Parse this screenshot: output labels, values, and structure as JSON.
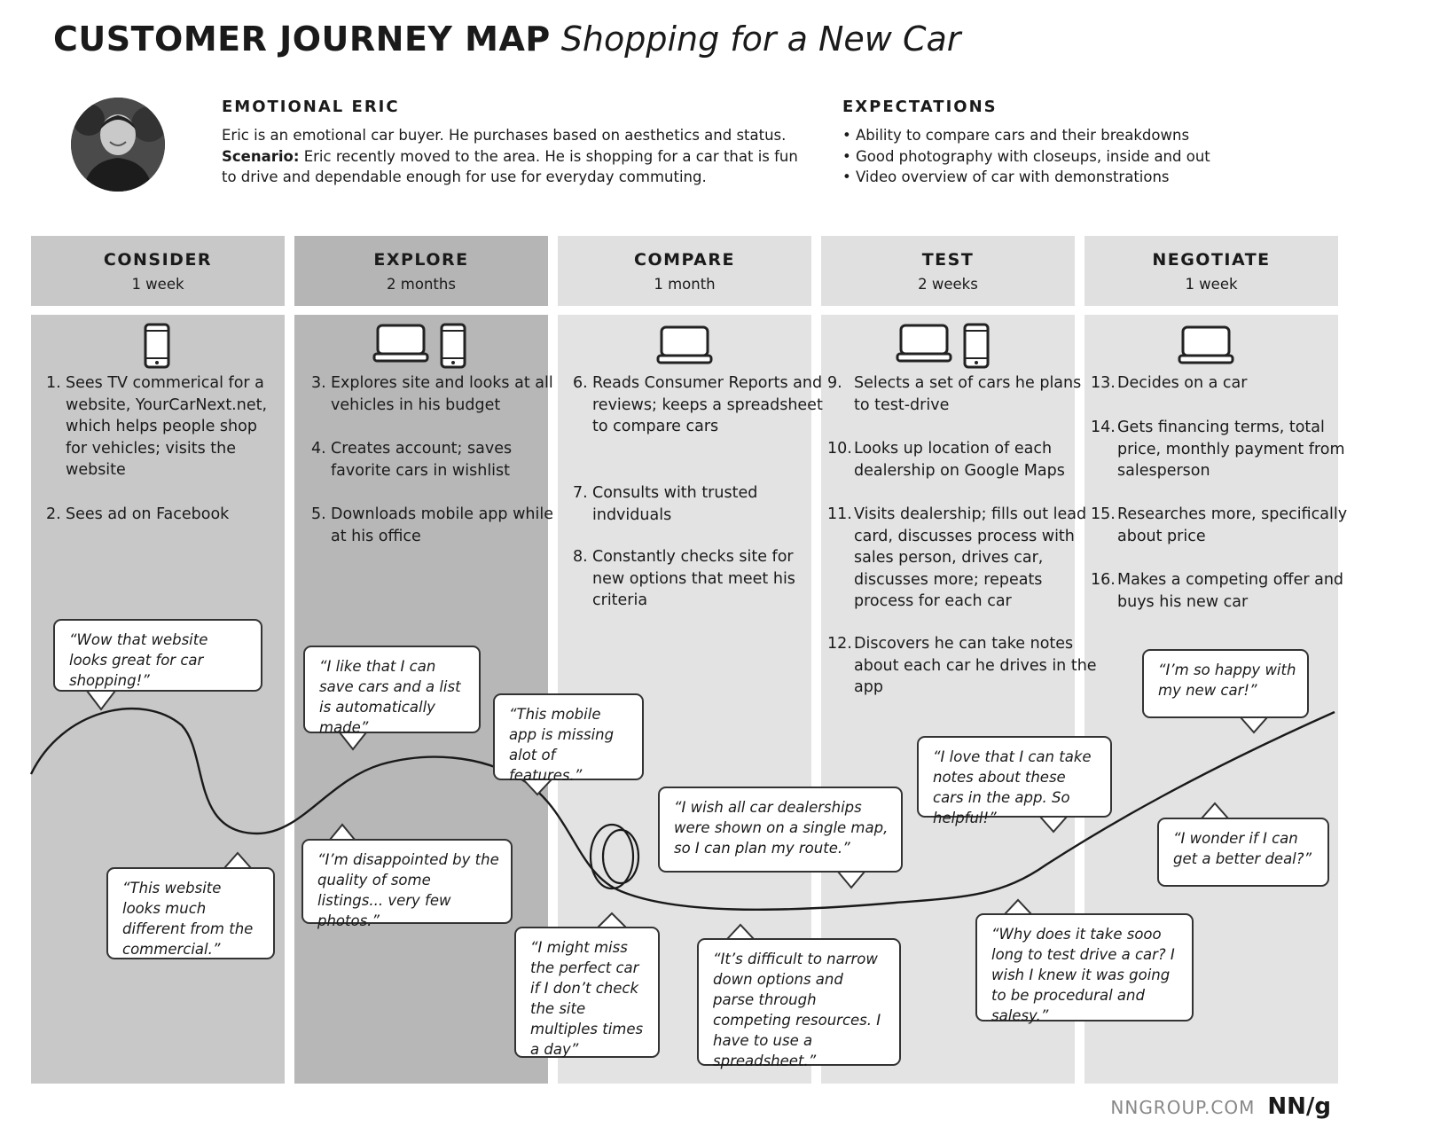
{
  "title": {
    "main": "CUSTOMER JOURNEY MAP",
    "sub": "Shopping for a New Car"
  },
  "persona": {
    "name": "EMOTIONAL ERIC",
    "description": "Eric is an emotional car buyer. He purchases based on aesthetics and status.",
    "scenario_label": "Scenario:",
    "scenario": "Eric recently moved to the area. He is shopping for a car that is fun to drive and dependable enough for use for everyday commuting."
  },
  "expectations": {
    "title": "EXPECTATIONS",
    "items": [
      "Ability to compare cars and their breakdowns",
      "Good photography with closeups, inside and out",
      "Video overview of car with demonstrations"
    ]
  },
  "stages": [
    {
      "name": "CONSIDER",
      "duration": "1 week",
      "devices": [
        "phone-icon"
      ],
      "steps": [
        {
          "num": "1.",
          "text": "Sees TV commerical for a website, YourCarNext.net, which helps people shop for vehicles; visits the website"
        },
        {
          "num": "2.",
          "text": "Sees ad on Facebook"
        }
      ]
    },
    {
      "name": "EXPLORE",
      "duration": "2 months",
      "devices": [
        "laptop-icon",
        "phone-icon"
      ],
      "steps": [
        {
          "num": "3.",
          "text": "Explores site and looks at all vehicles in his budget"
        },
        {
          "num": "4.",
          "text": "Creates account; saves favorite cars in wishlist"
        },
        {
          "num": "5.",
          "text": "Downloads mobile app while at his office"
        }
      ]
    },
    {
      "name": "COMPARE",
      "duration": "1 month",
      "devices": [
        "laptop-icon"
      ],
      "steps": [
        {
          "num": "6.",
          "text": "Reads Consumer Reports and reviews; keeps a spreadsheet to compare cars"
        },
        {
          "num": "7.",
          "text": "Consults with trusted indviduals"
        },
        {
          "num": "8.",
          "text": "Constantly checks site for new options that meet his criteria"
        }
      ]
    },
    {
      "name": "TEST",
      "duration": "2 weeks",
      "devices": [
        "laptop-icon",
        "phone-icon"
      ],
      "steps": [
        {
          "num": "9.",
          "text": "Selects a set of cars he plans to test-drive"
        },
        {
          "num": "10.",
          "text": "Looks up location of each dealership on Google Maps"
        },
        {
          "num": "11.",
          "text": "Visits dealership; fills out lead card, discusses process with sales person, drives car, discusses more; repeats process for each car"
        },
        {
          "num": "12.",
          "text": "Discovers he can take notes about each car he drives in the app"
        }
      ]
    },
    {
      "name": "NEGOTIATE",
      "duration": "1 week",
      "devices": [
        "laptop-icon"
      ],
      "steps": [
        {
          "num": "13.",
          "text": "Decides on a car"
        },
        {
          "num": "14.",
          "text": "Gets financing terms, total price, monthly payment from salesperson"
        },
        {
          "num": "15.",
          "text": "Researches more, specifically about price"
        },
        {
          "num": "16.",
          "text": "Makes a competing offer and buys his new car"
        }
      ]
    }
  ],
  "quotes": [
    "“Wow that website looks great for car shopping!”",
    "“This website looks much different from the commercial.”",
    "“I like that I can save cars and a list is automatically made”",
    "“I’m disappointed by the quality of some listings... very few photos.”",
    "“This mobile app is missing alot of features.”",
    "“I might miss the perfect car if I don’t check the site multiples times a day”",
    "“I wish all car dealerships were shown on a single map, so I can plan my route.”",
    "“It’s difficult to narrow down options and parse through competing resources. I have to use a spreadsheet.”",
    "“I love that I can take notes about these cars in the app. So helpful!”",
    "“Why does it take sooo long to test drive a car? I wish I knew it was going to be procedural and salesy.”",
    "“I’m so happy with my new car!”",
    "“I wonder if I can get a better deal?”"
  ],
  "footer": {
    "site": "NNGROUP.COM",
    "logo": "NN/g"
  }
}
